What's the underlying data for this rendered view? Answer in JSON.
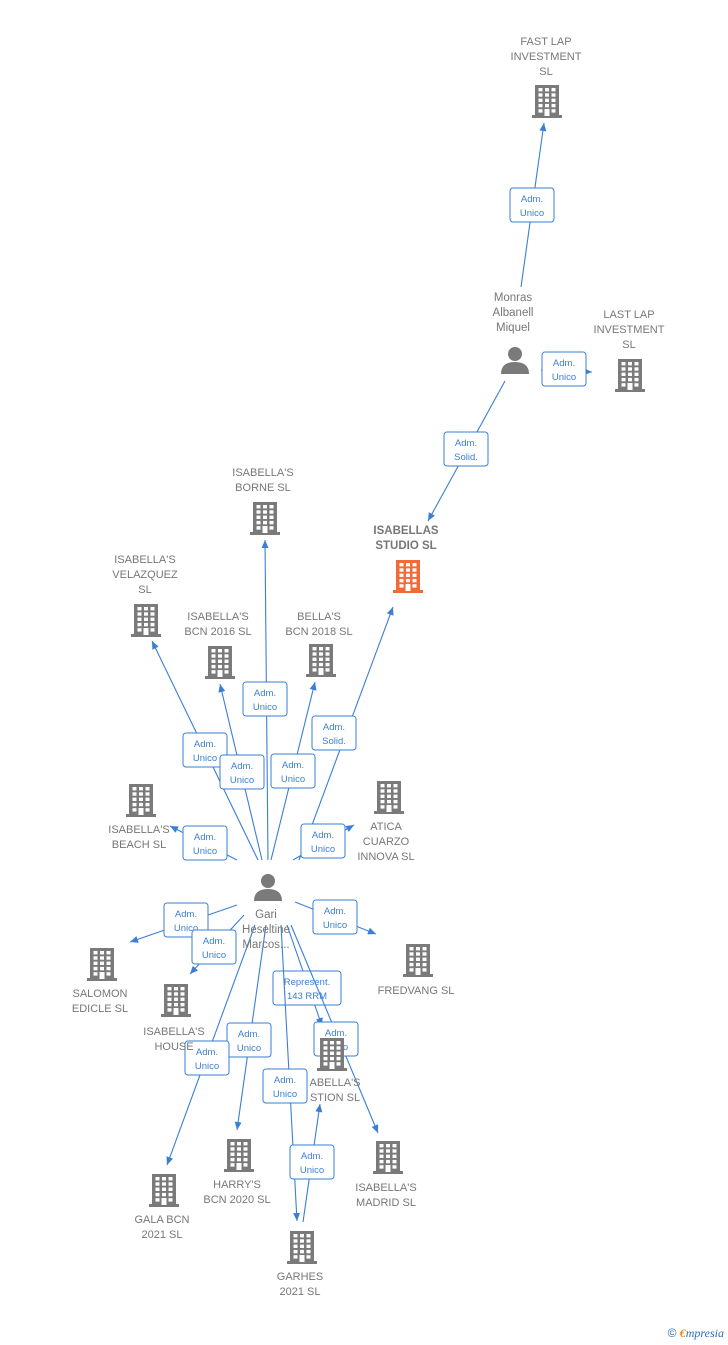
{
  "nodes": {
    "fast_lap": {
      "lines": [
        "FAST LAP",
        "INVESTMENT",
        "SL"
      ],
      "kind": "company"
    },
    "last_lap": {
      "lines": [
        "LAST LAP",
        "INVESTMENT",
        "SL"
      ],
      "kind": "company"
    },
    "monras": {
      "lines": [
        "Monras",
        "Albanell",
        "Miquel"
      ],
      "kind": "person"
    },
    "isabellas_studio": {
      "lines": [
        "ISABELLAS",
        "STUDIO  SL"
      ],
      "kind": "company",
      "focus": true
    },
    "isabellas_borne": {
      "lines": [
        "ISABELLA'S",
        "BORNE  SL"
      ],
      "kind": "company"
    },
    "isabellas_velazquez": {
      "lines": [
        "ISABELLA'S",
        "VELAZQUEZ",
        "SL"
      ],
      "kind": "company"
    },
    "isabellas_bcn2016": {
      "lines": [
        "ISABELLA'S",
        "BCN 2016  SL"
      ],
      "kind": "company"
    },
    "bellas_bcn2018": {
      "lines": [
        "BELLA'S",
        "BCN 2018  SL"
      ],
      "kind": "company"
    },
    "isabellas_beach": {
      "lines": [
        "ISABELLA'S",
        "BEACH  SL"
      ],
      "kind": "company"
    },
    "atica": {
      "lines": [
        "ATICA",
        "CUARZO",
        "INNOVA  SL"
      ],
      "kind": "company"
    },
    "gari": {
      "lines": [
        "Gari",
        "Heseltine",
        "Marcos..."
      ],
      "kind": "person"
    },
    "salomon": {
      "lines": [
        "SALOMON",
        "EDICLE  SL"
      ],
      "kind": "company"
    },
    "isabellas_house": {
      "lines": [
        "ISABELLA'S",
        "HOUSE"
      ],
      "kind": "company"
    },
    "fredvang": {
      "lines": [
        "FREDVANG SL"
      ],
      "kind": "company"
    },
    "isabellas_gestion": {
      "lines": [
        "ABELLA'S",
        "STION  SL"
      ],
      "kind": "company"
    },
    "isabellas_madrid": {
      "lines": [
        "ISABELLA'S",
        "MADRID  SL"
      ],
      "kind": "company"
    },
    "harrys": {
      "lines": [
        "HARRY'S",
        "BCN 2020  SL"
      ],
      "kind": "company"
    },
    "gala": {
      "lines": [
        "GALA BCN",
        "2021  SL"
      ],
      "kind": "company"
    },
    "garhes": {
      "lines": [
        "GARHES",
        "2021  SL"
      ],
      "kind": "company"
    }
  },
  "edges": [
    {
      "from": "monras",
      "to": "fast_lap",
      "label": [
        "Adm.",
        "Unico"
      ]
    },
    {
      "from": "monras",
      "to": "last_lap",
      "label": [
        "Adm.",
        "Unico"
      ]
    },
    {
      "from": "monras",
      "to": "isabellas_studio",
      "label": [
        "Adm.",
        "Solid."
      ]
    },
    {
      "from": "gari",
      "to": "isabellas_studio",
      "label": [
        "Adm.",
        "Solid."
      ]
    },
    {
      "from": "gari",
      "to": "isabellas_borne",
      "label": [
        "Adm.",
        "Unico"
      ]
    },
    {
      "from": "gari",
      "to": "isabellas_velazquez",
      "label": [
        "Adm.",
        "Unico"
      ]
    },
    {
      "from": "gari",
      "to": "isabellas_bcn2016",
      "label": [
        "Adm.",
        "Unico"
      ]
    },
    {
      "from": "gari",
      "to": "bellas_bcn2018",
      "label": [
        "Adm.",
        "Unico"
      ]
    },
    {
      "from": "gari",
      "to": "isabellas_beach",
      "label": [
        "Adm.",
        "Unico"
      ]
    },
    {
      "from": "gari",
      "to": "atica",
      "label": [
        "Adm.",
        "Unico"
      ]
    },
    {
      "from": "gari",
      "to": "salomon",
      "label": [
        "Adm.",
        "Unico"
      ]
    },
    {
      "from": "gari",
      "to": "isabellas_house",
      "label": [
        "Adm.",
        "Unico"
      ]
    },
    {
      "from": "gari",
      "to": "fredvang",
      "label": [
        "Adm.",
        "Unico"
      ]
    },
    {
      "from": "gari",
      "to": "isabellas_gestion",
      "label": [
        "Represent.",
        "143 RRM"
      ]
    },
    {
      "from": "gari",
      "to": "isabellas_madrid",
      "label": [
        "Adm.",
        "Unico"
      ]
    },
    {
      "from": "gari",
      "to": "harrys",
      "label": [
        "Adm.",
        "Unico"
      ]
    },
    {
      "from": "gari",
      "to": "gala",
      "label": [
        "Adm.",
        "Unico"
      ]
    },
    {
      "from": "gari",
      "to": "garhes",
      "label": [
        "Adm.",
        "Unico"
      ]
    },
    {
      "from": "garhes",
      "to": "isabellas_gestion",
      "label": [
        "Adm.",
        "Unico"
      ]
    }
  ],
  "colors": {
    "edge": "#3a7fd5",
    "company": "#7a7a7a",
    "focus_company": "#f26a35",
    "person": "#7a7a7a"
  },
  "footer": {
    "copyright": "©",
    "brand_initial": "€",
    "brand_rest": "mpresia"
  }
}
